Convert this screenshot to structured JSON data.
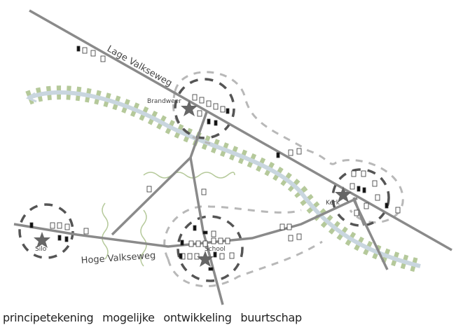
{
  "roads": {
    "lage": "Lage Valkseweg",
    "hoge": "Hoge Valkseweg"
  },
  "places": {
    "brandweer": "Brandweer",
    "kerk": "Kerk",
    "silo": "Silo",
    "school": "School"
  },
  "caption": "principetekening mogelijke ontwikkeling buurtschap",
  "colors": {
    "road": "#8a8a8a",
    "rail_green": "#b5c99a",
    "rail_blue": "#c9d6df",
    "dark_dash": "#555555",
    "light_dash": "#b8b8b8",
    "star": "#666666"
  }
}
